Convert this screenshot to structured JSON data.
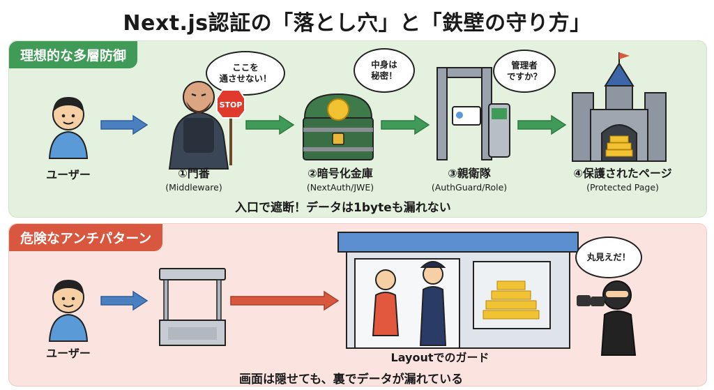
{
  "title": "Next.js認証の「落とし穴」と「鉄壁の守り方」",
  "good": {
    "tag": "理想的な多層防御",
    "user_label": "ユーザー",
    "stages": [
      {
        "label": "①門番",
        "sub": "(Middleware)",
        "bubble": "ここを\n通させない！",
        "sign": "STOP"
      },
      {
        "label": "②暗号化金庫",
        "sub": "(NextAuth/JWE)",
        "bubble": "中身は\n秘密！"
      },
      {
        "label": "③親衛隊",
        "sub": "(AuthGuard/Role)",
        "bubble": "管理者\nですか？"
      },
      {
        "label": "④保護されたページ",
        "sub": "(Protected Page)"
      }
    ],
    "caption": "入口で遮断！データは1byteも漏れない"
  },
  "bad": {
    "tag": "危険なアンチパターン",
    "user_label": "ユーザー",
    "guard_label": "Layoutでのガード",
    "thief_bubble": "丸見えだ！",
    "caption": "画面は隠せても、裏でデータが漏れている"
  },
  "colors": {
    "good_bg": "#e3f1de",
    "bad_bg": "#fbe3e0",
    "good_tag": "#3f9b57",
    "bad_tag": "#d9573f",
    "blue_arrow": "#4a7fc0",
    "green_arrow": "#3f9b57",
    "red_arrow": "#d9573f"
  }
}
